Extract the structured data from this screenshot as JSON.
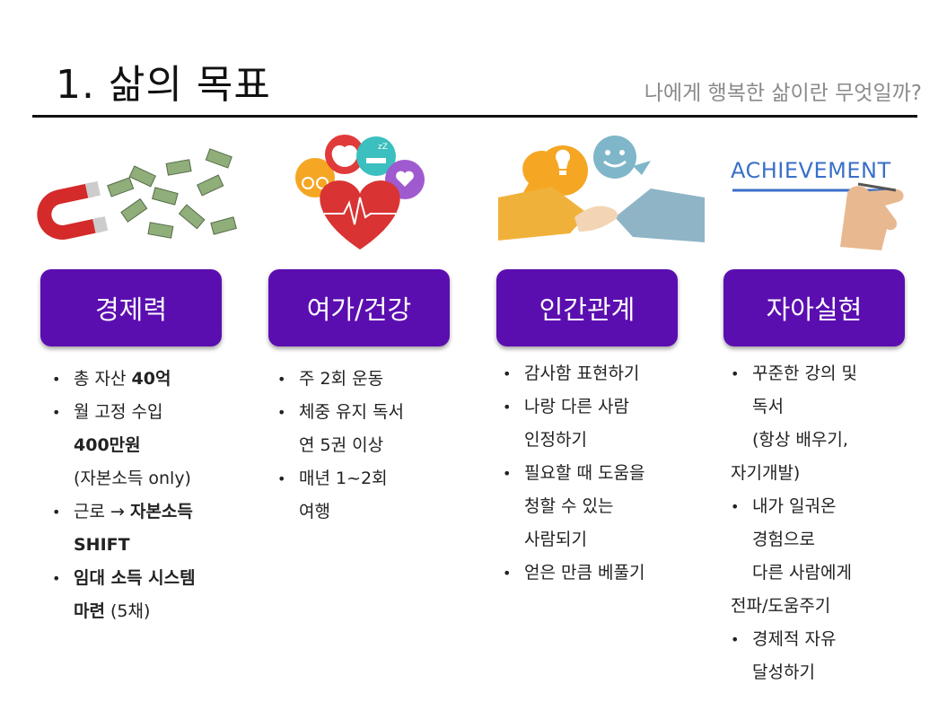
{
  "header": {
    "title": "1. 삶의 목표",
    "subtitle": "나에게 행복한 삶이란 무엇일까?"
  },
  "columns": [
    {
      "heading": "경제력",
      "icon": "magnet-money-icon"
    },
    {
      "heading": "여가/건강",
      "icon": "heart-health-icon"
    },
    {
      "heading": "인간관계",
      "icon": "handshake-icon"
    },
    {
      "heading": "자아실현",
      "icon": "achievement-icon"
    }
  ],
  "achievement_text": "ACHIEVEMENT",
  "c1": {
    "i1a": "총 자산 ",
    "i1b": "40억",
    "i2a": "월 고정 수입",
    "i2b": "400만원",
    "i2c": "(자본소득 only)",
    "i3a": "근로 → ",
    "i3b": "자본소득",
    "i3c": "SHIFT",
    "i4a": "임대 소득 시스템",
    "i4b": "마련",
    "i4c": " (5채)"
  },
  "c2": {
    "i1": "주 2회 운동",
    "i2a": "체중 유지 독서",
    "i2b": "연 5권 이상",
    "i3a": "매년 1~2회",
    "i3b": "여행"
  },
  "c3": {
    "i1": "감사함 표현하기",
    "i2a": "나랑 다른 사람",
    "i2b": "인정하기",
    "i3a": "필요할 때 도움을",
    "i3b": "청할 수 있는",
    "i3c": "사람되기",
    "i4": "얻은 만큼 베풀기"
  },
  "c4": {
    "i1a": "꾸준한 강의 및",
    "i1b": "독서",
    "i1c": " (항상 배우기,",
    "i1d": "자기개발)",
    "i2a": "내가 일궈온",
    "i2b": "경험으로",
    "i2c": " 다른 사람에게",
    "i2d": "전파/도움주기",
    "i3a": "경제적 자유",
    "i3b": "달성하기"
  }
}
